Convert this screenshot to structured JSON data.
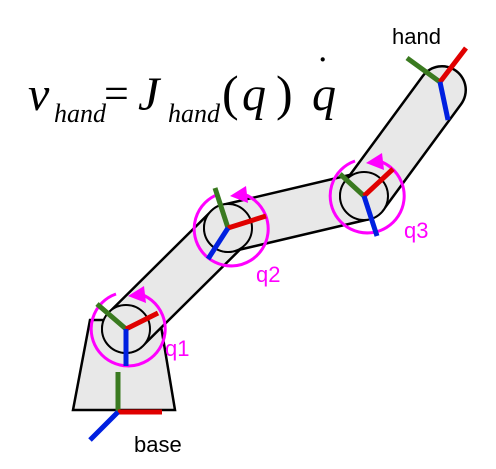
{
  "equation": {
    "v": "v",
    "v_sub": "hand",
    "equals": "=",
    "J": "J",
    "J_sub": "hand",
    "lparen": "(",
    "q": "q",
    "rparen": ")",
    "qdot": "q",
    "qdot_mark": "˙"
  },
  "labels": {
    "hand": "hand",
    "base": "base",
    "q1": "q1",
    "q2": "q2",
    "q3": "q3"
  },
  "colors": {
    "link_fill": "#e8e8e8",
    "outline": "#000000",
    "x_axis": "#e00000",
    "y_axis": "#3a7a20",
    "z_axis": "#0020e0",
    "joint_arrow": "#ff00ff"
  }
}
